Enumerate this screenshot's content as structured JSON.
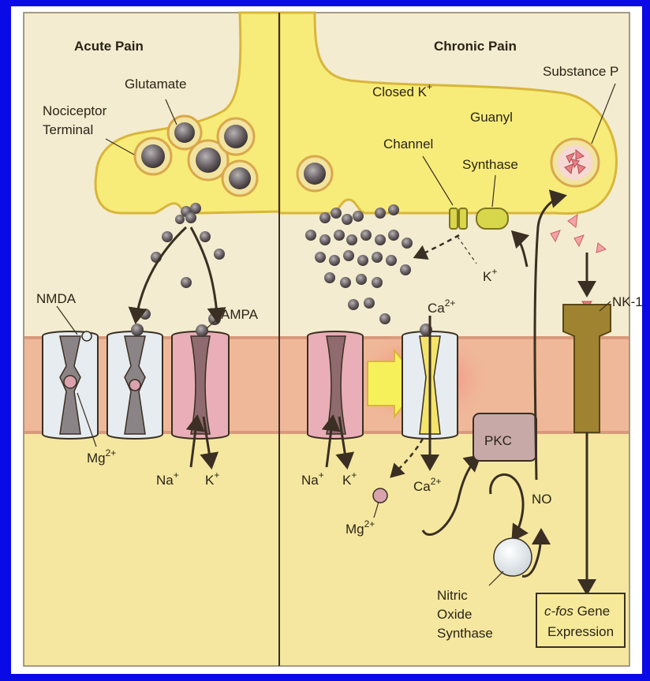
{
  "panels": {
    "left_title": "Acute Pain",
    "right_title": "Chronic Pain"
  },
  "labels": {
    "glutamate": "Glutamate",
    "nociceptor": "Nociceptor",
    "terminal": "Terminal",
    "nmda": "NMDA",
    "ampa": "AMPA",
    "mg_left": "Mg",
    "mg_right": "Mg",
    "charge_2plus": "2+",
    "na_left": "Na",
    "k_left": "K",
    "na_right": "Na",
    "k_right": "K",
    "k_out": "K",
    "plus": "+",
    "ca_top": "Ca",
    "ca_bottom": "Ca",
    "closed": "Closed K",
    "channel": "Channel",
    "guanyl": "Guanyl",
    "synthase": "Synthase",
    "substance_p": "Substance P",
    "nk1": "NK-1",
    "pkc": "PKC",
    "no": "NO",
    "nitric": "Nitric",
    "oxide": "Oxide",
    "synthase2": "Synthase",
    "cfos_italic": "c-fos",
    "gene": "Gene",
    "expression": "Expression"
  },
  "colors": {
    "frame": "#0a0ae6",
    "terminal_fill": "#f7ec7a",
    "terminal_stroke": "#d8b63b",
    "membrane": "#efb898",
    "cytoplasm": "#f5e7a0",
    "vesicle": "#5a5356",
    "ampa_channel": "#e9aeb7",
    "nmda_channel": "#e6ecf0",
    "pkc_box": "#c7aaa8",
    "nk1_receptor": "#9f8330",
    "arrow_yellow": "#f6f05a"
  }
}
